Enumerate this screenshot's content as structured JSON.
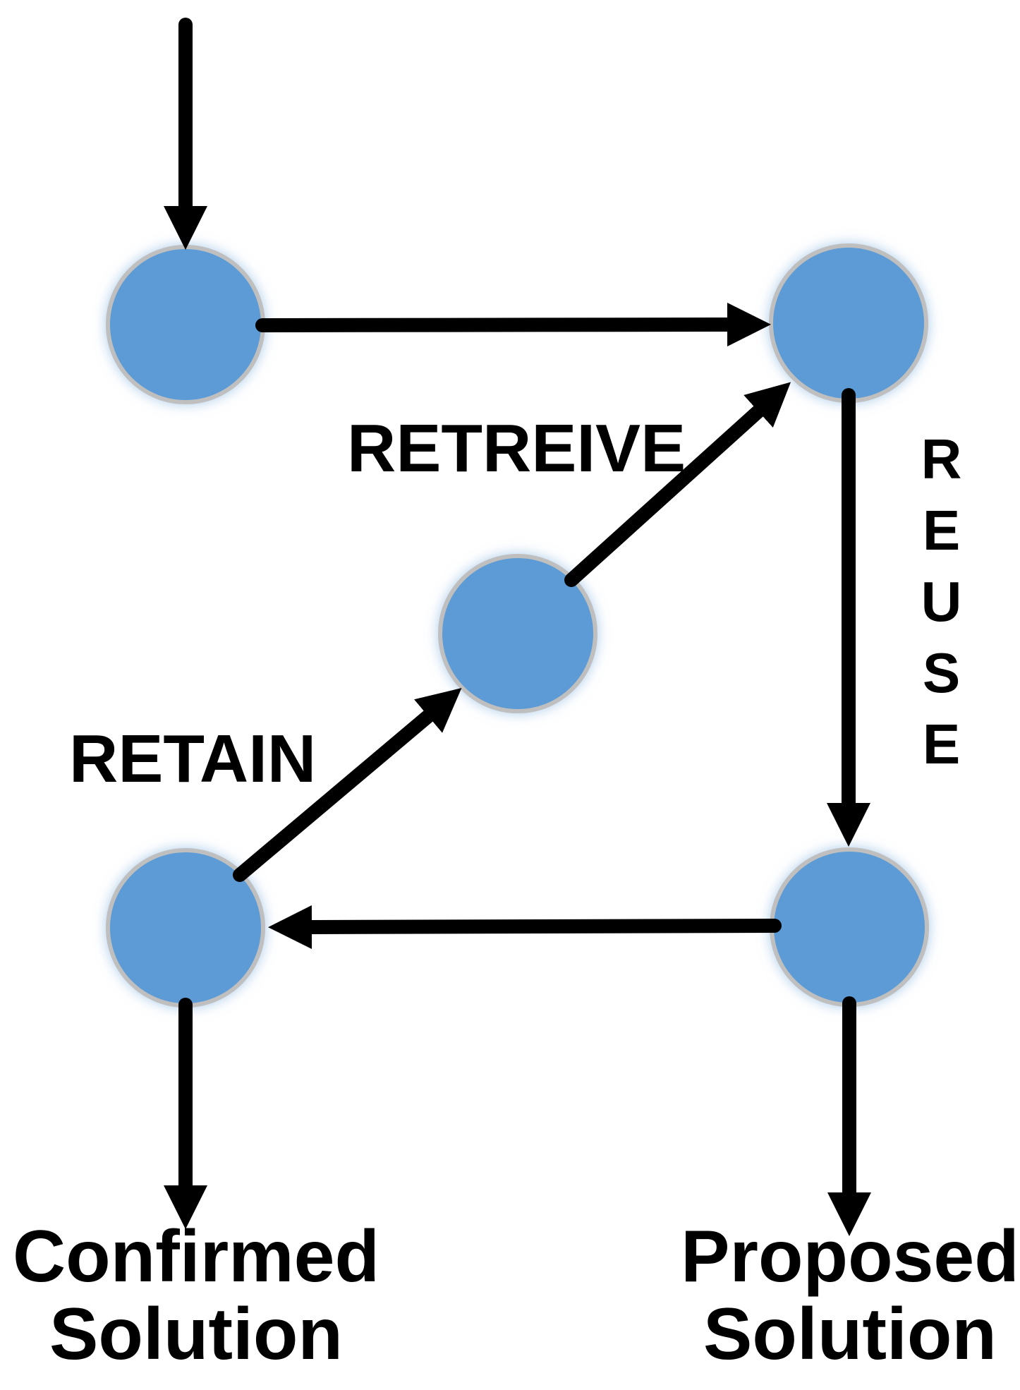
{
  "diagram": {
    "type": "flow-diagram",
    "description": "Case-based reasoning style cycle with five process nodes",
    "colors": {
      "background": "#FFFFFF",
      "node_fill": "#5B9BD5",
      "node_stroke": "#BFBFBF",
      "node_glow": "#9DC3E6",
      "arrow": "#000000",
      "text": "#000000"
    },
    "labels": {
      "retrieve": "RETREIVE",
      "reuse": "REUSE",
      "retain": "RETAIN"
    },
    "outputs": {
      "confirmed": {
        "line1": "Confirmed",
        "line2": "Solution"
      },
      "proposed": {
        "line1": "Proposed",
        "line2": "Solution"
      }
    },
    "nodes": [
      {
        "id": "top-left"
      },
      {
        "id": "top-right"
      },
      {
        "id": "middle"
      },
      {
        "id": "bottom-left"
      },
      {
        "id": "bottom-right"
      }
    ],
    "edges": [
      {
        "from": "start",
        "to": "top-left",
        "label": ""
      },
      {
        "from": "top-left",
        "to": "top-right",
        "label": ""
      },
      {
        "from": "middle",
        "to": "top-right",
        "label": "RETREIVE"
      },
      {
        "from": "top-right",
        "to": "bottom-right",
        "label": "REUSE"
      },
      {
        "from": "bottom-right",
        "to": "bottom-left",
        "label": ""
      },
      {
        "from": "bottom-left",
        "to": "middle",
        "label": "RETAIN"
      },
      {
        "from": "bottom-left",
        "to": "Confirmed Solution",
        "label": ""
      },
      {
        "from": "bottom-right",
        "to": "Proposed Solution",
        "label": ""
      }
    ]
  }
}
